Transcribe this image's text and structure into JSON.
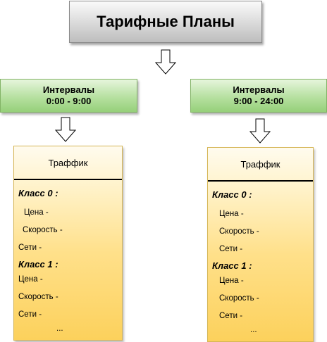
{
  "title": "Тарифные Планы",
  "intervals": [
    {
      "label": "Интервалы",
      "range": "0:00 - 9:00"
    },
    {
      "label": "Интервалы",
      "range": "9:00 - 24:00"
    }
  ],
  "cards": [
    {
      "header": "Траффик",
      "class0": "Класс 0 :",
      "price0": "Цена -",
      "speed0": "Скорость -",
      "nets0": "Сети -",
      "class1": "Класс 1 :",
      "price1": "Цена -",
      "speed1": "Скорость -",
      "nets1": "Сети -",
      "more": "..."
    },
    {
      "header": "Траффик",
      "class0": "Класс 0 :",
      "price0": "Цена -",
      "speed0": "Скорость -",
      "nets0": "Сети -",
      "class1": "Класс 1 :",
      "price1": "Цена -",
      "speed1": "Скорость -",
      "nets1": "Сети -",
      "more": "..."
    }
  ]
}
